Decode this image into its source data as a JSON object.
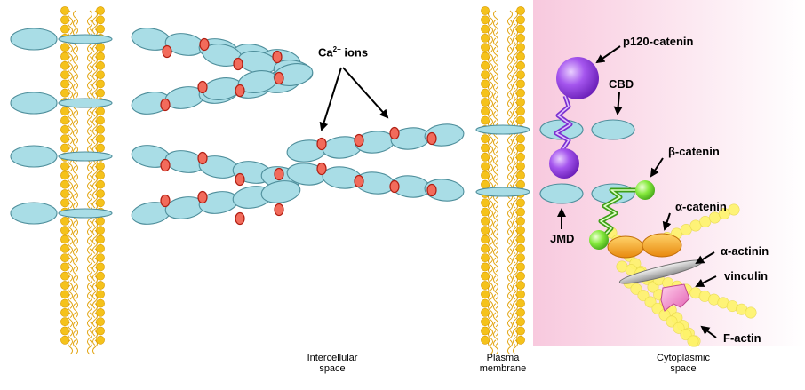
{
  "labels": {
    "ca_prefix": "Ca",
    "ca_charge": "2+",
    "ca_suffix": " ions",
    "p120": "p120-catenin",
    "cbd": "CBD",
    "beta": "β-catenin",
    "alpha_catenin": "α-catenin",
    "alpha_actinin": "α-actinin",
    "vinculin": "vinculin",
    "jmd": "JMD",
    "factin": "F-actin",
    "intercellular_1": "Intercellular",
    "intercellular_2": "space",
    "plasma_1": "Plasma",
    "plasma_2": "membrane",
    "cyto_1": "Cytoplasmic",
    "cyto_2": "space"
  },
  "colors": {
    "lipid_head": "#F5C21B",
    "cadherin_domain": "#A9DDE6",
    "cadherin_stroke": "#4E8E9B",
    "calcium": "#F26B5B",
    "calcium_stroke": "#B01E12",
    "cytoplasm_tint": "#FBDDEB",
    "p120": "#9B45E6",
    "beta_catenin": "#7EE83A",
    "alpha_catenin": "#F6A21A",
    "alpha_actinin": "#BDBDBD",
    "vinculin": "#F07CC0",
    "factin": "#FFF46A"
  },
  "icons": [
    "lipid-bilayer",
    "cadherin-ectodomain",
    "calcium-ion",
    "arrow"
  ]
}
